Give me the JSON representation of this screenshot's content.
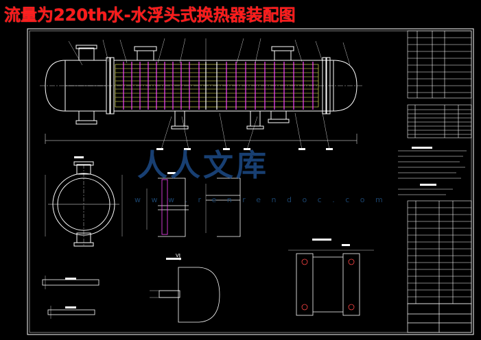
{
  "title": "流量为220th水-水浮头式换热器装配图",
  "watermark": {
    "logo_text": "人人文库",
    "url_text": "w w w . r e n r e n d o c . c o m"
  },
  "colors": {
    "background": "#000000",
    "title": "#ff1a1a",
    "lines": "#ffffff",
    "tubes": "#ffff66",
    "baffles": "#ff44ff",
    "watermark": "#1f4f8f"
  },
  "section_mark": "VI"
}
